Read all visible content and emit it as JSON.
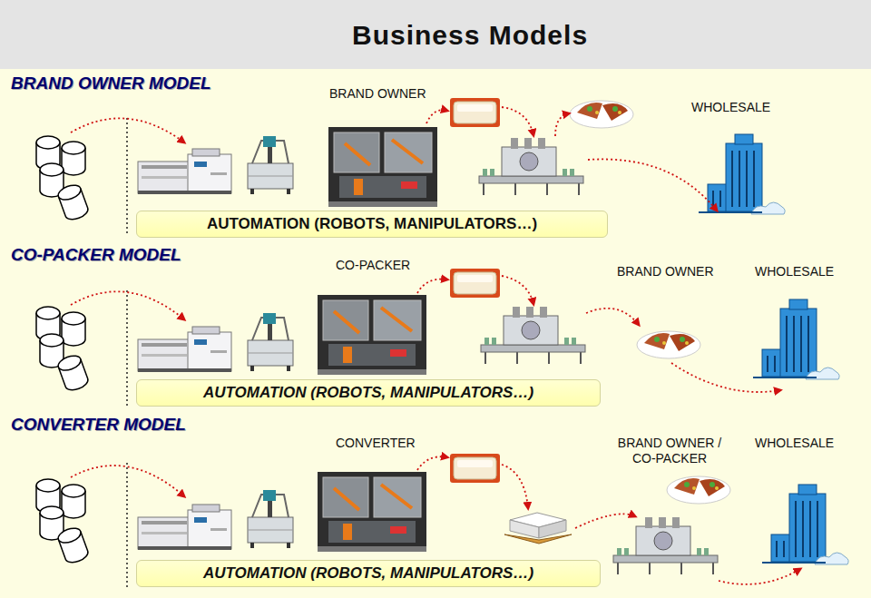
{
  "diagram": {
    "title": "Business Models",
    "nodes": [
      {
        "text": [
          "AUTOMATION (ROBOTS, MANIPULATORS…)"
        ]
      },
      {
        "text": [
          "AUTOMATION (ROBOTS, MANIPULATORS…)"
        ]
      },
      {
        "text": [
          "AUTOMATION (ROBOTS, MANIPULATORS…)"
        ]
      }
    ],
    "labels": [
      "BRAND OWNER MODEL",
      "BRAND OWNER",
      "WHOLESALE",
      "CO-PACKER MODEL",
      "CO-PACKER",
      "BRAND OWNER",
      "WHOLESALE",
      "CONVERTER MODEL",
      "CONVERTER",
      "BRAND OWNER / CO-PACKER",
      "WHOLESALE"
    ]
  }
}
